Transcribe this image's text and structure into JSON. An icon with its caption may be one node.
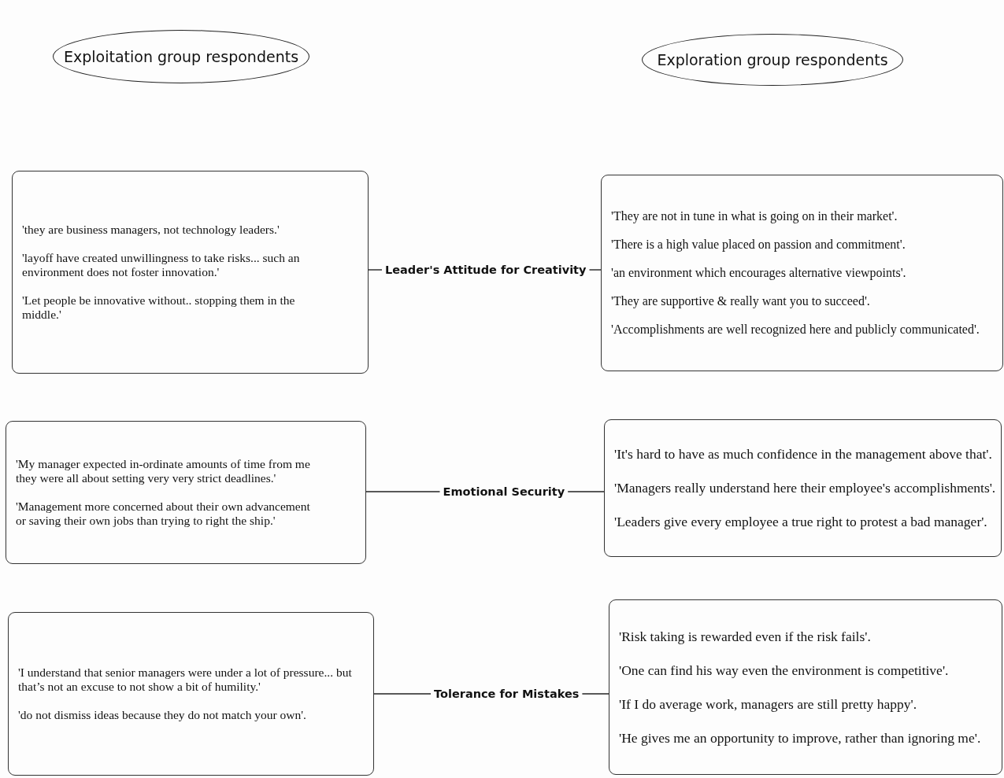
{
  "diagram": {
    "nodes": [
      {
        "text": [
          "Exploitation group respondents"
        ]
      },
      {
        "text": [
          "Exploration group respondents"
        ]
      },
      {
        "text": [
          "'they are business managers, not technology leaders.'",
          "'layoff have created unwillingness to take risks... such an environment does not foster innovation.'",
          "'Let people be innovative without.. stopping them in the middle.'"
        ]
      },
      {
        "text": [
          "Leader's Attitude for Creativity"
        ]
      },
      {
        "text": [
          "'They are not in tune in what is going on in their market'.",
          "'There is a high value placed on passion and commitment'.",
          "'an environment which encourages alternative viewpoints'.",
          "'They are supportive & really want you to succeed'.",
          "'Accomplishments are well recognized here and publicly communicated'."
        ]
      },
      {
        "text": [
          "'My manager expected in-ordinate amounts of time from me they were all about setting very very strict deadlines.'",
          "'Management more concerned about their own advancement or saving their own jobs than trying to right the ship.'"
        ]
      },
      {
        "text": [
          "Emotional Security"
        ]
      },
      {
        "text": [
          "'It's hard to have as much confidence in the management above that'.",
          "'Managers really understand here their employee's accomplishments'.",
          "'Leaders give every employee a true right to protest a bad manager'."
        ]
      },
      {
        "text": [
          "'I understand that senior managers were under a lot of pressure... but that’s not an excuse to not show a bit of humility.'",
          "'do not dismiss ideas because they do not match your own'."
        ]
      },
      {
        "text": [
          "Tolerance for Mistakes"
        ]
      },
      {
        "text": [
          "'Risk taking is rewarded even if the risk fails'.",
          "'One can find his way even the environment is competitive'.",
          "'If I do average work, managers are still pretty happy'.",
          "'He gives me an opportunity to improve, rather than ignoring me'."
        ]
      }
    ],
    "edges": [
      {
        "from": 2,
        "to": 3,
        "arrow": "none"
      },
      {
        "from": 3,
        "to": 4,
        "arrow": "none"
      },
      {
        "from": 5,
        "to": 6,
        "arrow": "none"
      },
      {
        "from": 6,
        "to": 7,
        "arrow": "none"
      },
      {
        "from": 8,
        "to": 9,
        "arrow": "none"
      },
      {
        "from": 9,
        "to": 10,
        "arrow": "none"
      }
    ]
  }
}
